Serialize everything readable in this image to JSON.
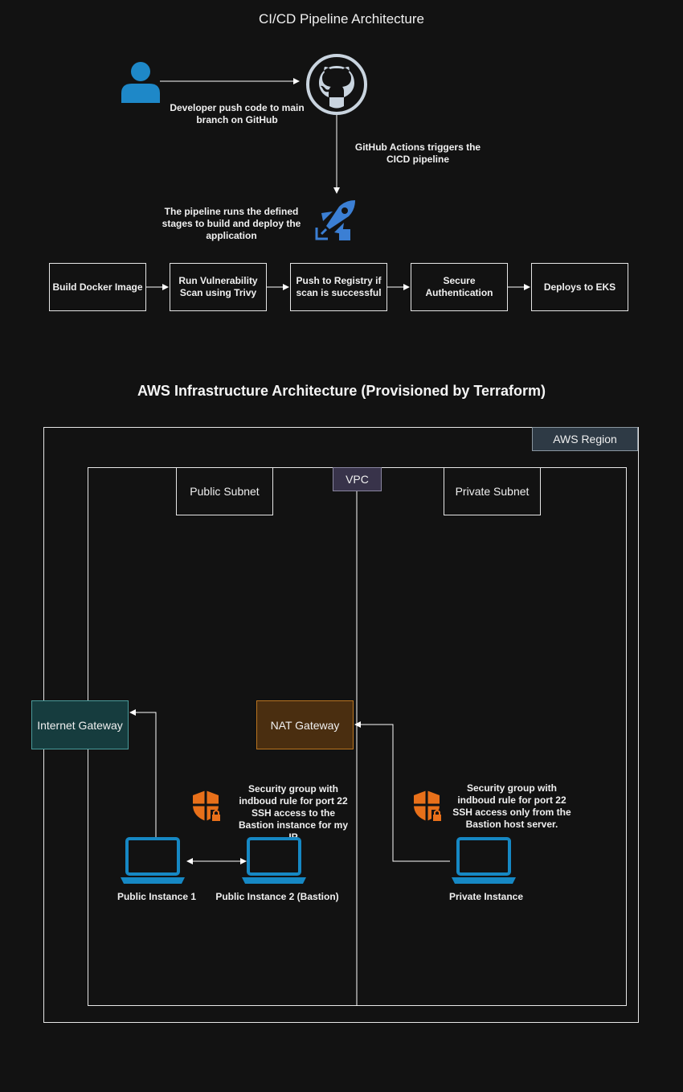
{
  "cicd": {
    "title": "CI/CD Pipeline Architecture",
    "developer_note": "Developer push code to main branch on GitHub",
    "actions_note": "GitHub Actions triggers the CICD pipeline",
    "pipeline_note": "The pipeline runs the defined stages to build and deploy the application",
    "stages": [
      "Build Docker Image",
      "Run Vulnerability Scan using Trivy",
      "Push to Registry if scan is successful",
      "Secure Authentication",
      "Deploys to EKS"
    ]
  },
  "aws": {
    "title": "AWS Infrastructure Architecture (Provisioned by Terraform)",
    "region_label": "AWS Region",
    "vpc_label": "VPC",
    "public_subnet_label": "Public Subnet",
    "private_subnet_label": "Private Subnet",
    "internet_gateway_label": "Internet Gateway",
    "nat_gateway_label": "NAT Gateway",
    "public_sg_note": "Security group with indboud rule for port 22 SSH access to the Bastion instance for my IP",
    "private_sg_note": "Security group with indboud rule for port 22 SSH access only from the Bastion host server.",
    "instances": {
      "public1": "Public Instance 1",
      "public2": "Public Instance 2 (Bastion)",
      "private": "Private Instance"
    }
  },
  "colors": {
    "background": "#121212",
    "user_icon": "#1e88c8",
    "github_icon": "#c9d4df",
    "pipelines_icon": "#3b7fd4",
    "shield_icon": "#e8701a",
    "laptop_icon": "#1688c4",
    "internet_gateway_fill": "#163c3e",
    "internet_gateway_border": "#4a9a9a",
    "nat_gateway_fill": "#4a2e10",
    "nat_gateway_border": "#b87420",
    "region_fill": "#2e3a45",
    "vpc_fill": "#38334a"
  }
}
